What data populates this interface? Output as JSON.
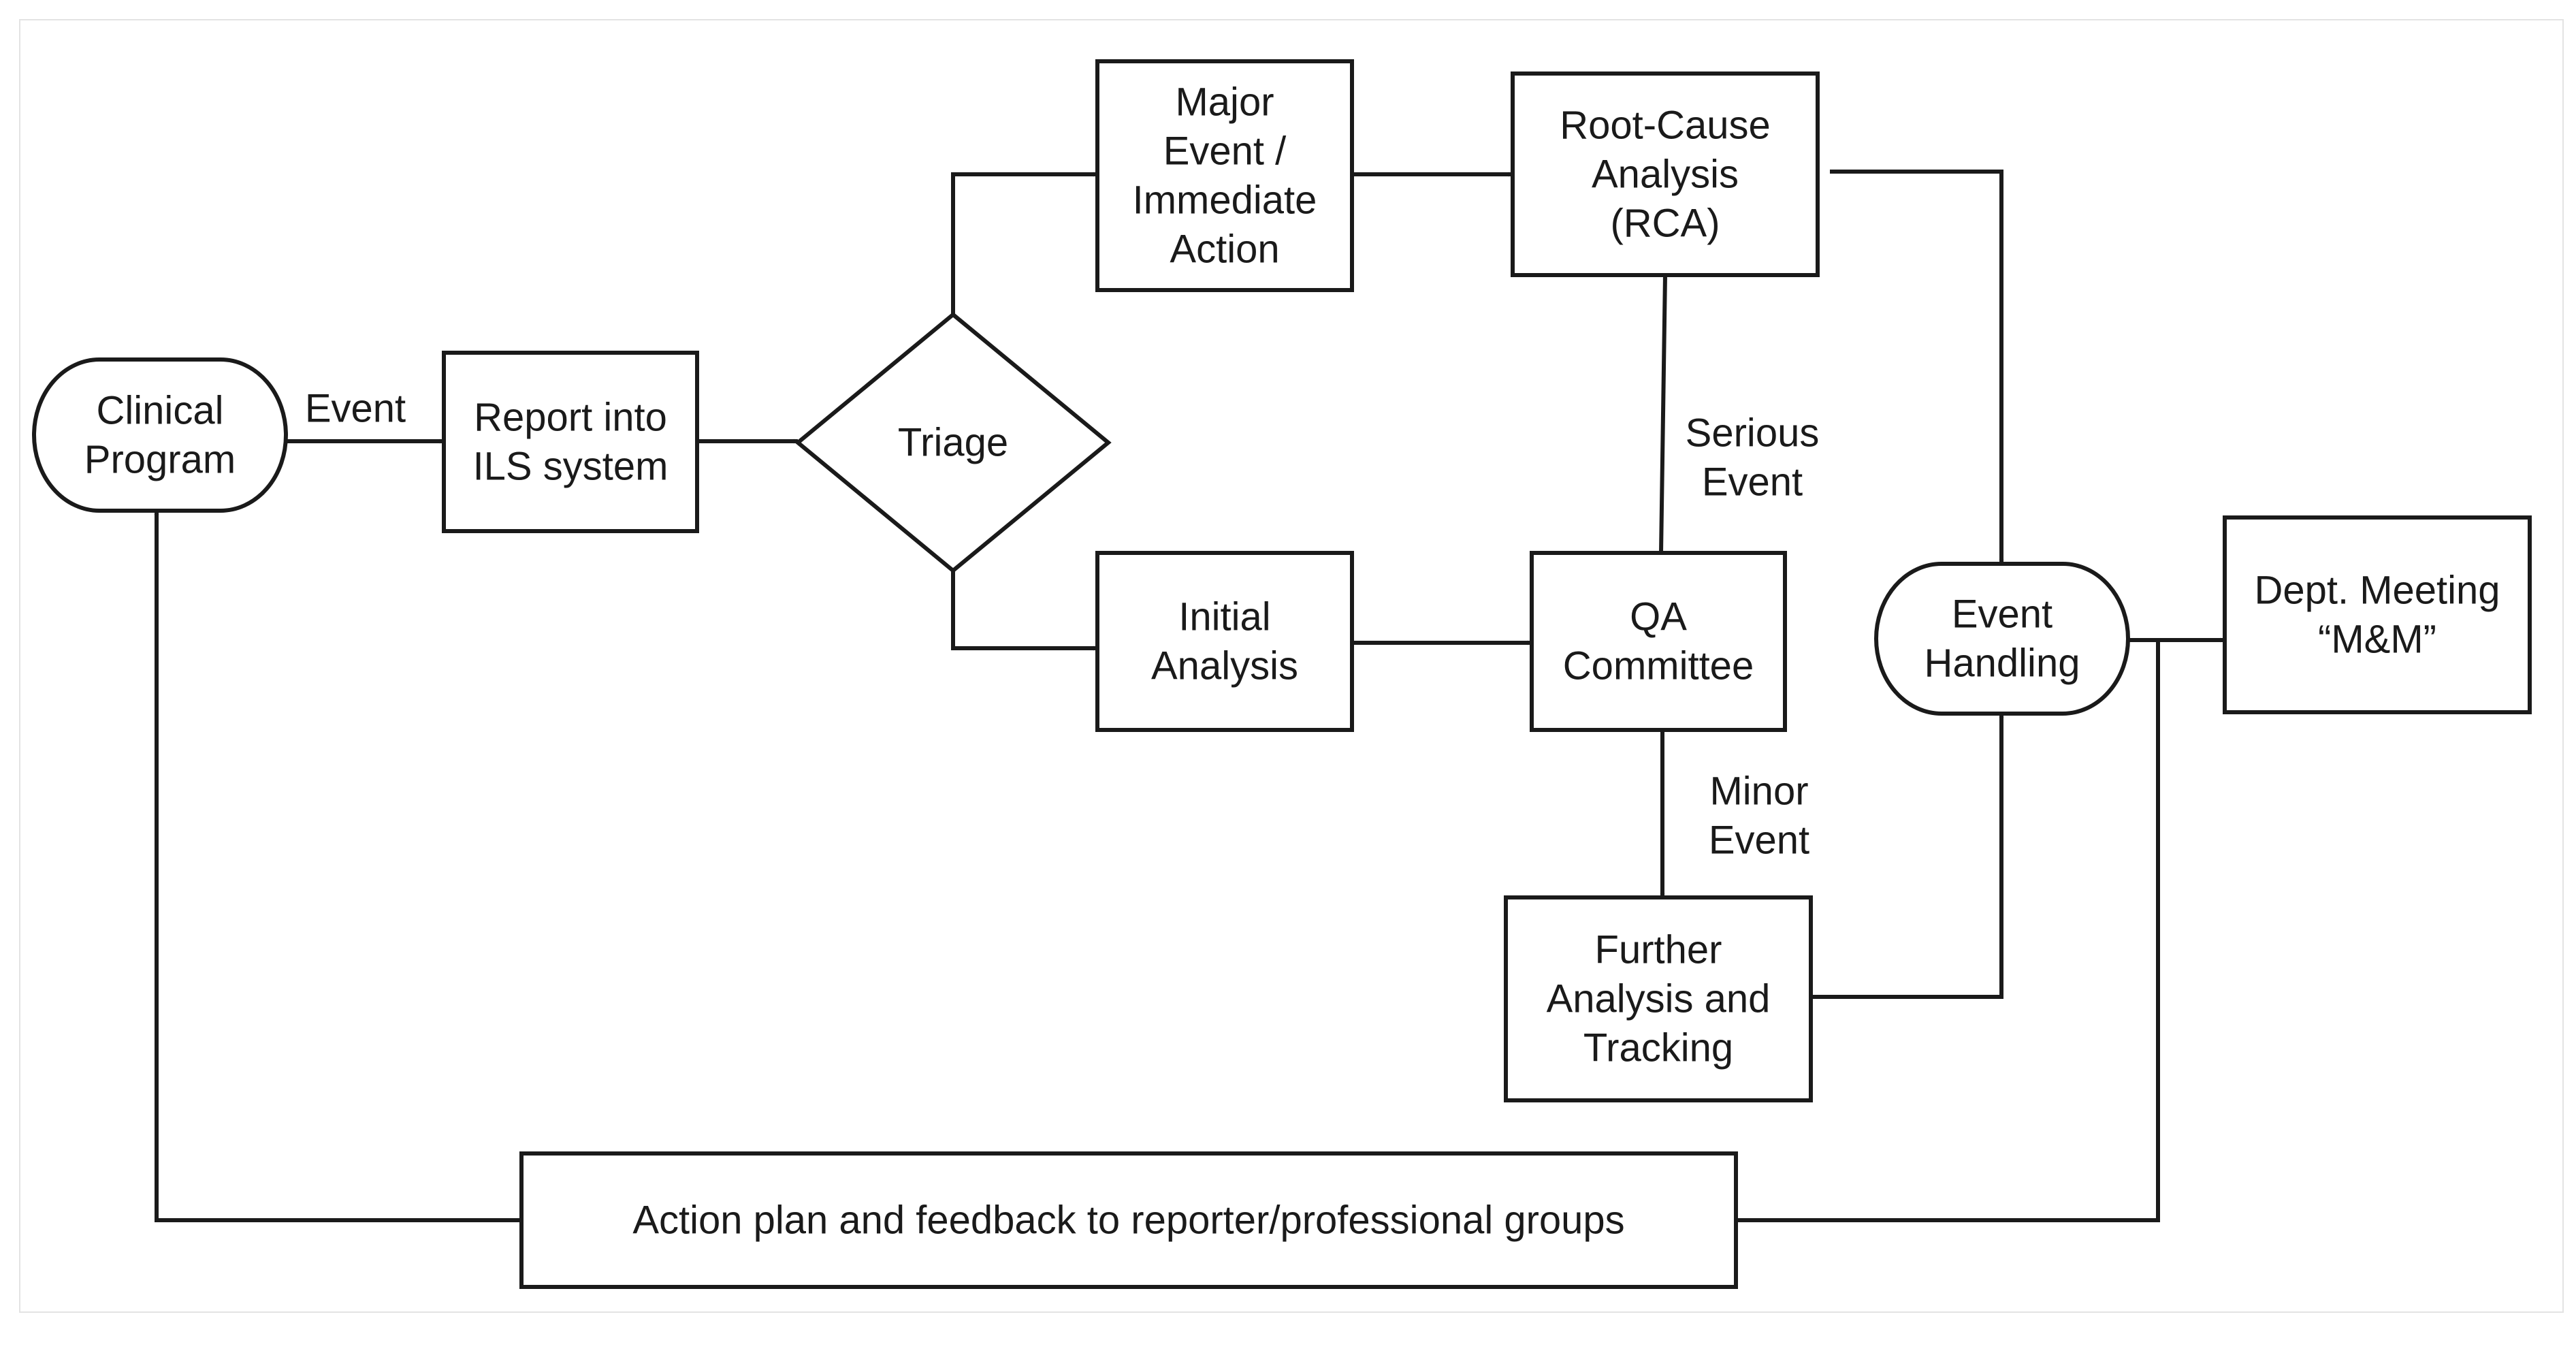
{
  "nodes": {
    "clinical_program": [
      "Clinical",
      "Program"
    ],
    "report_ils": [
      "Report into",
      "ILS system"
    ],
    "triage": [
      "Triage"
    ],
    "major_event": [
      "Major",
      "Event /",
      "Immediate",
      "Action"
    ],
    "rca": [
      "Root-Cause",
      "Analysis",
      "(RCA)"
    ],
    "initial_analysis": [
      "Initial",
      "Analysis"
    ],
    "qa_committee": [
      "QA",
      "Committee"
    ],
    "event_handling": [
      "Event",
      "Handling"
    ],
    "dept_meeting": [
      "Dept. Meeting",
      "“M&M”"
    ],
    "further_analysis": [
      "Further",
      "Analysis and",
      "Tracking"
    ],
    "action_plan": [
      "Action plan and feedback to reporter/professional groups"
    ]
  },
  "edge_labels": {
    "event": [
      "Event"
    ],
    "serious_event": [
      "Serious",
      "Event"
    ],
    "minor_event": [
      "Minor",
      "Event"
    ]
  },
  "colors": {
    "stroke": "#1a1a1a",
    "fill": "#ffffff",
    "frame": "#e3e3e3"
  }
}
